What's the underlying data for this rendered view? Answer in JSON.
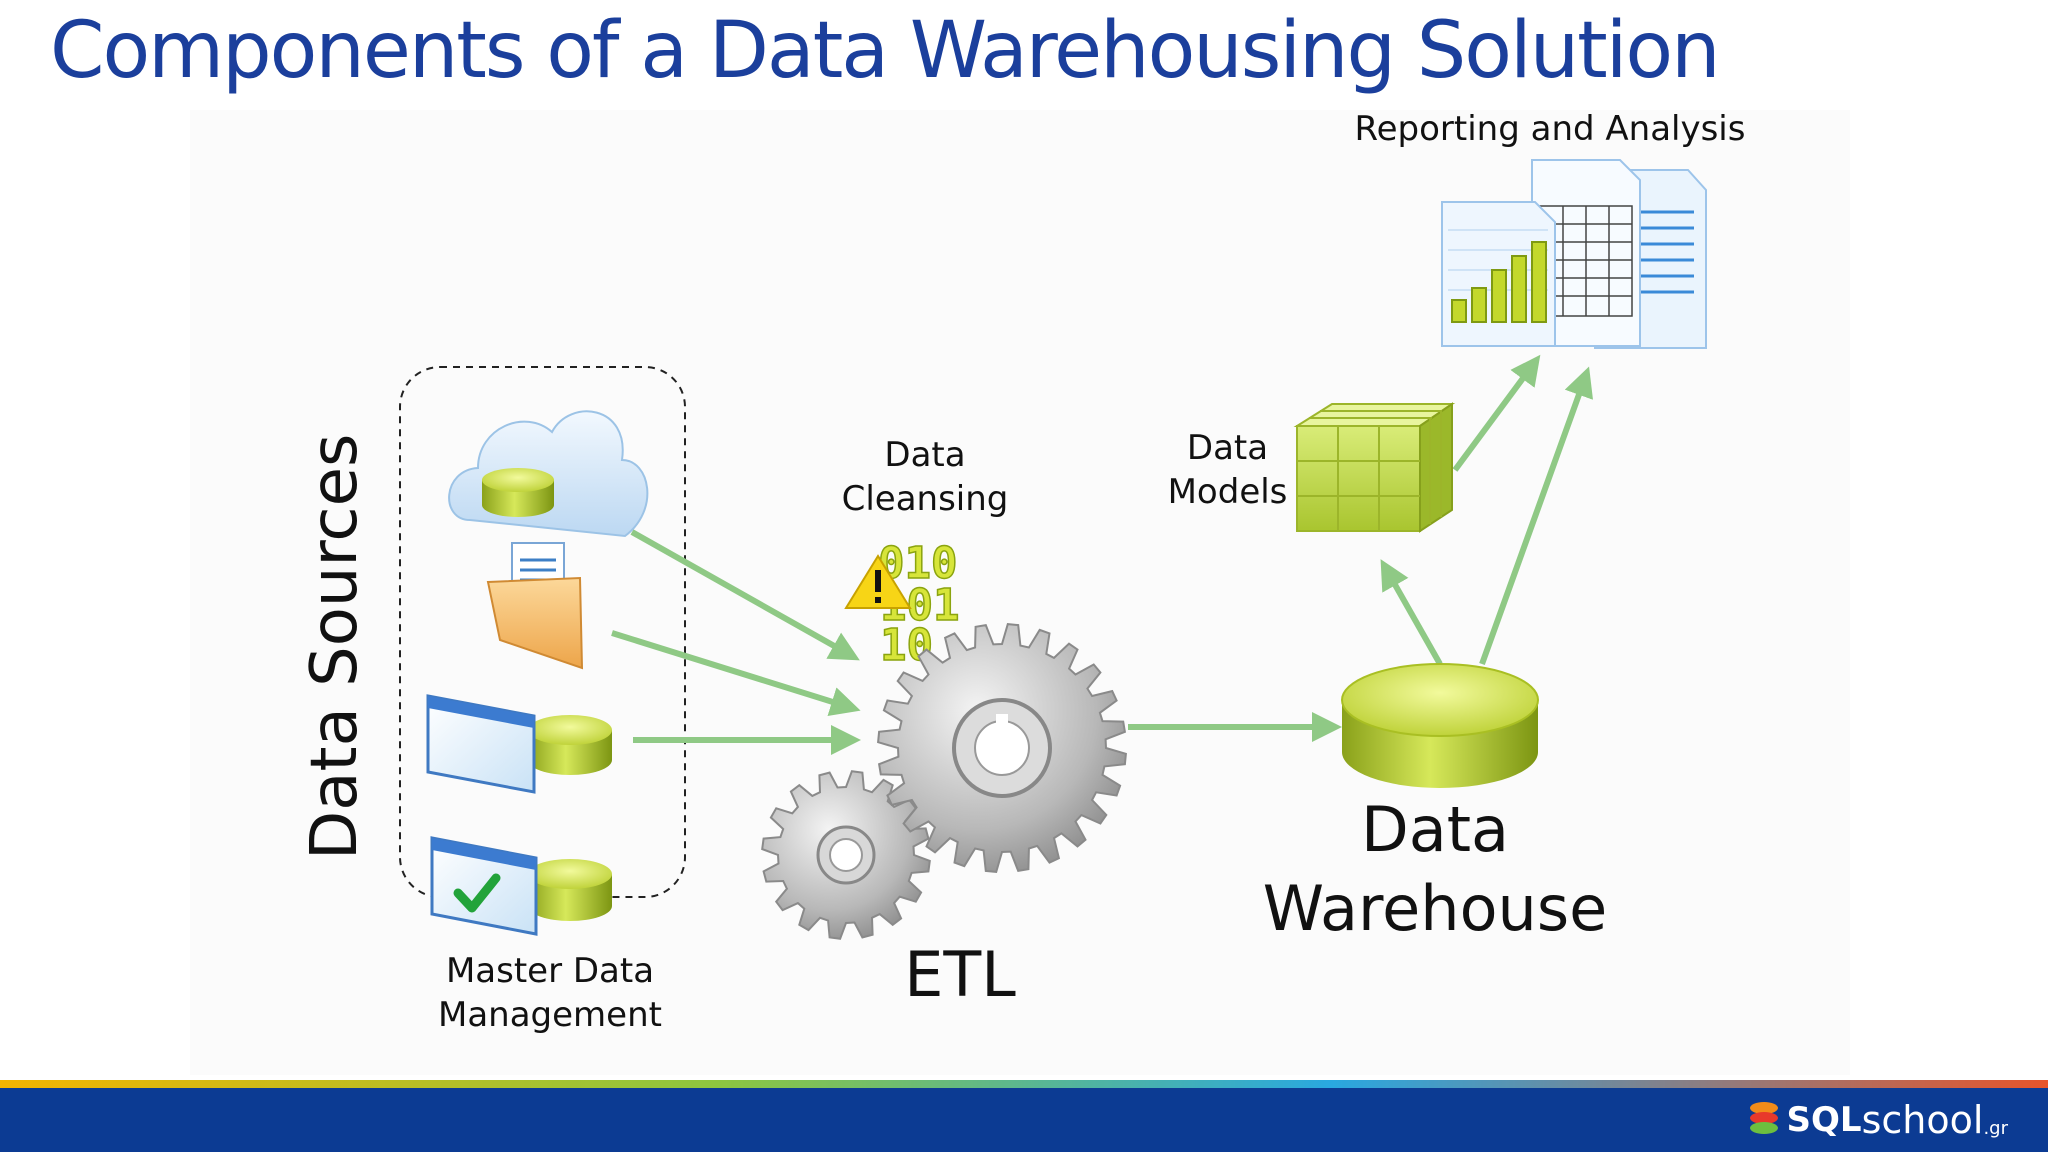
{
  "title": "Components of a Data Warehousing Solution",
  "labels": {
    "data_sources": "Data Sources",
    "master_data_line1": "Master Data",
    "master_data_line2": "Management",
    "data_cleansing_line1": "Data",
    "data_cleansing_line2": "Cleansing",
    "etl": "ETL",
    "data_models_line1": "Data",
    "data_models_line2": "Models",
    "data_warehouse_line1": "Data",
    "data_warehouse_line2": "Warehouse",
    "reporting": "Reporting and Analysis",
    "binary_top": "010",
    "binary_mid": "101",
    "binary_bot": "10"
  },
  "footer": {
    "brand_sql": "SQL",
    "brand_school": "school",
    "brand_suffix": ".gr"
  },
  "colors": {
    "title": "#1b3f9c",
    "footer": "#0c3b93",
    "arrow": "#8fc985",
    "db_green": "#b5cc2e"
  },
  "icons": [
    "cloud-database-icon",
    "folder-document-icon",
    "window-database-icon",
    "check-window-database-icon",
    "warning-icon",
    "gear-icon",
    "cube-icon",
    "database-icon",
    "report-documents-icon"
  ]
}
